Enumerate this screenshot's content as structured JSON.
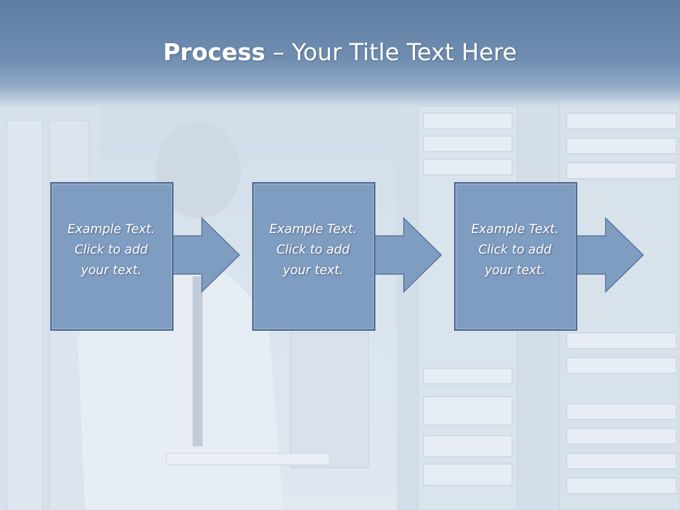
{
  "title": {
    "bold": "Process",
    "separator": " – ",
    "rest": "Your Title Text Here"
  },
  "steps": [
    {
      "text": "Example Text.\nClick  to add\nyour text."
    },
    {
      "text": "Example Text.\nClick  to add\nyour text."
    },
    {
      "text": "Example Text.\nClick  to add\nyour text."
    }
  ],
  "colors": {
    "title_band": "#6a89ad",
    "box_fill": "#7f9cc1",
    "box_border": "#4f6b8f",
    "arrow_fill": "#7f9cc1"
  },
  "background_image": "server-room-technician-photo"
}
